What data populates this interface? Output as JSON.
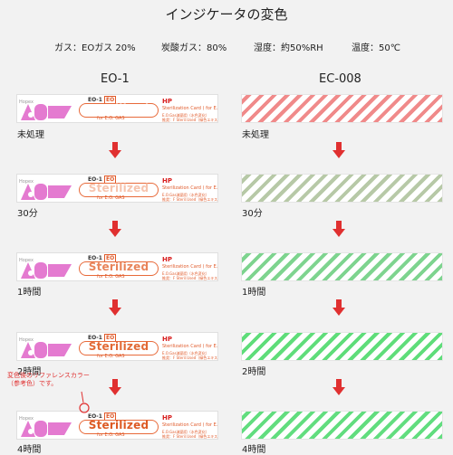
{
  "title": "インジケータの変色",
  "conditions": [
    {
      "label": "ガス：EOガス 20%"
    },
    {
      "label": "炭酸ガス：80%"
    },
    {
      "label": "湿度：約50%RH"
    },
    {
      "label": "温度：50℃"
    }
  ],
  "columns": {
    "left": "EO-1",
    "right": "EC-008"
  },
  "stages": [
    {
      "label": "未処理"
    },
    {
      "label": "30分"
    },
    {
      "label": "1時間"
    },
    {
      "label": "2時間"
    },
    {
      "label": "4時間"
    }
  ],
  "card": {
    "model": "EO-1",
    "badge": "EO",
    "word": "Sterilized",
    "for_text": "for E.O. GAS",
    "brand": "HP",
    "card_title": "Sterilization Card ( for E.O. Gas )",
    "note_line1": "E.O.Gas滅菌用（水色変化）",
    "note_line2": "推奨：F Steril.Used（緑色エキス）"
  },
  "reference_note": "変色後のリファレンスカラー\n（参考色）です。",
  "colors": {
    "accent_red": "#e03030",
    "card_orange": "#e86a3a",
    "stripe_stages": [
      "#f08a8a",
      "#b7c9a7",
      "#7ed48f",
      "#5fdd7a",
      "#62dd7f"
    ],
    "sterilized_stages": [
      "#ffffff",
      "#f6c4ae",
      "#e8845a",
      "#e26a36",
      "#dd5a24"
    ],
    "pink_stages": [
      "#e47ad0",
      "#e47ad0",
      "#e47ad0",
      "#e47ad0",
      "#e47ad0"
    ]
  }
}
